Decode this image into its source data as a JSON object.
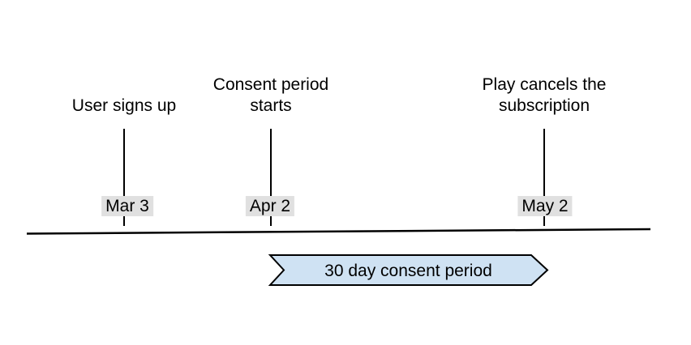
{
  "diagram": {
    "events": [
      {
        "label": "User signs up",
        "date": "Mar 3"
      },
      {
        "label": "Consent period\nstarts",
        "date": "Apr 2"
      },
      {
        "label": "Play cancels the\nsubscription",
        "date": "May 2"
      }
    ],
    "banner": {
      "label": "30 day consent period"
    },
    "colors": {
      "banner_fill": "#cfe2f3",
      "banner_stroke": "#000000",
      "date_badge_background": "#e0e0e0",
      "line": "#000000",
      "text": "#000000"
    }
  }
}
